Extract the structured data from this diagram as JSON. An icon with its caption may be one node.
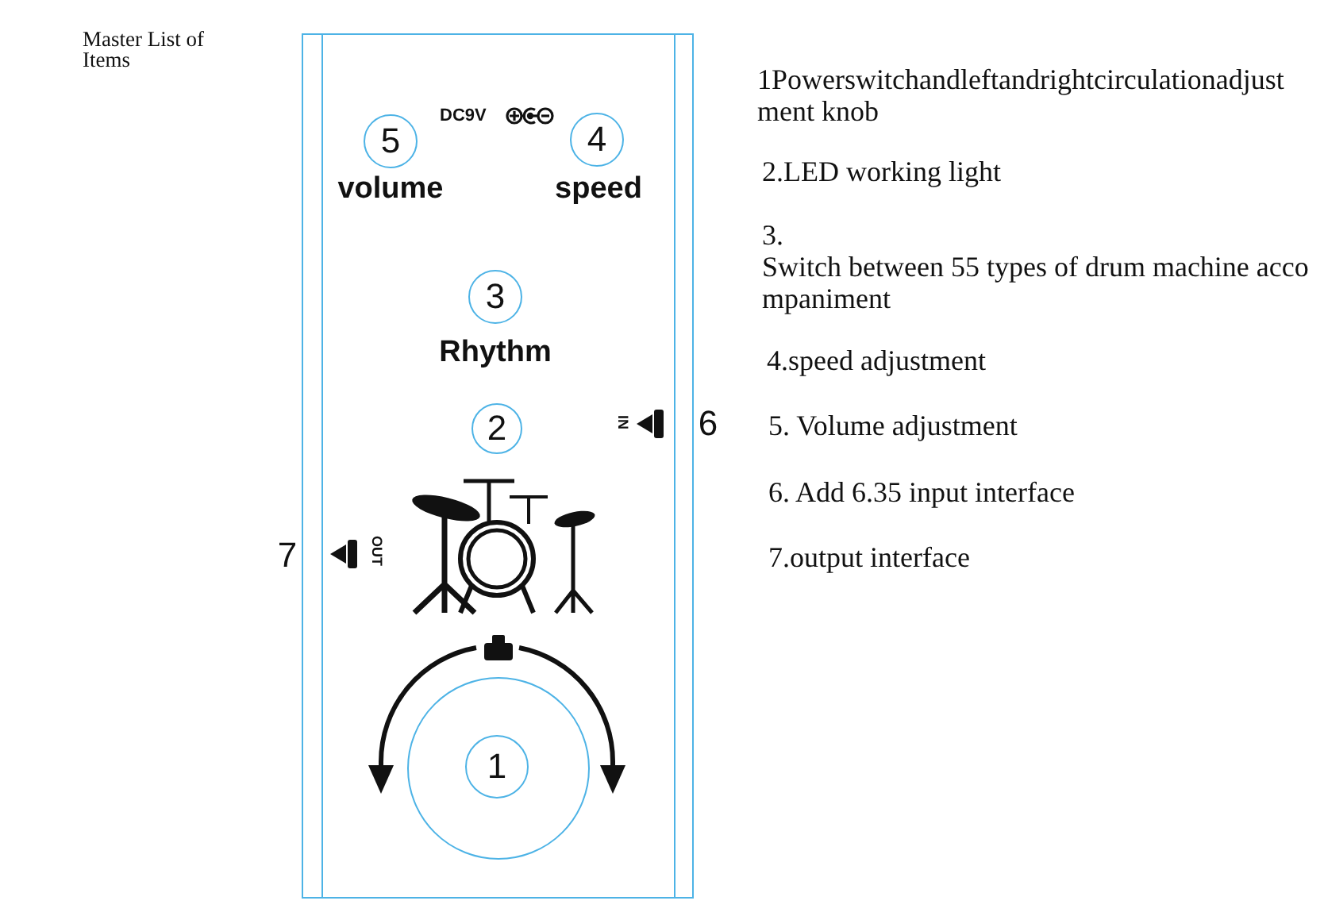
{
  "diagram": {
    "nodes": [
      {
        "text": [],
        "shape": "box"
      },
      {
        "text": [
          "5"
        ],
        "in": 0,
        "beside": [
          "volume"
        ]
      },
      {
        "text": [
          "4"
        ],
        "in": 0,
        "beside": [
          "speed"
        ]
      },
      {
        "text": [
          "3"
        ],
        "in": 0,
        "beside": [
          "Rhythm"
        ]
      },
      {
        "text": [
          "2"
        ],
        "in": 0
      },
      {
        "text": [
          "1"
        ],
        "in": 0
      }
    ],
    "labels": [
      "Master List of Items",
      "DC9V",
      "IN",
      "6",
      "7",
      "OUT",
      "1Powerswitchandleftandrightcirculationadjust ment knob",
      "2.LED working light",
      "3.",
      "Switch between 55 types of drum machine acco mpaniment",
      "4.speed adjustment",
      "5. Volume adjustment",
      "6. Add 6.35 input interface",
      "7.output interface"
    ]
  }
}
